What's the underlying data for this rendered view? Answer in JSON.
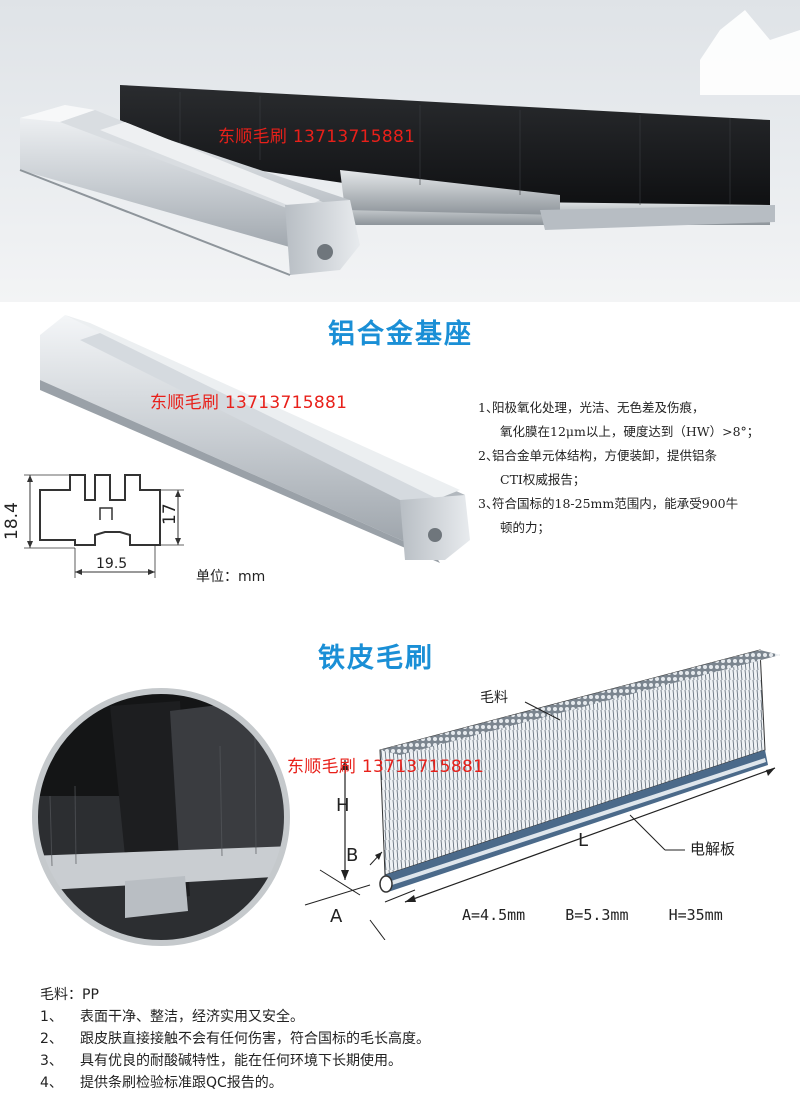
{
  "watermark": "东顺毛刷 13713715881",
  "section1": {
    "title": "铝合金基座",
    "specs": [
      {
        "num": "1、",
        "lines": [
          "阳极氧化处理，光洁、无色差及伤痕，",
          "氧化膜在12μm以上，硬度达到（HW）>8°；"
        ]
      },
      {
        "num": "2、",
        "lines": [
          "铝合金单元体结构，方便装卸，提供铝条",
          "CTI权威报告；"
        ]
      },
      {
        "num": "3、",
        "lines": [
          "符合国标的18-25mm范围内，能承受900牛",
          "顿的力；"
        ]
      }
    ],
    "dims": {
      "height_total": "18.4",
      "height_inner": "17",
      "width": "19.5"
    },
    "unit_label": "单位：mm"
  },
  "section2": {
    "title": "铁皮毛刷",
    "labels": {
      "bristle": "毛料",
      "plate": "电解板",
      "L": "L",
      "H": "H",
      "B": "B",
      "A": "A"
    },
    "dimensions": [
      "A=4.5mm",
      "B=5.3mm",
      "H=35mm"
    ]
  },
  "material": {
    "title": "毛料：PP",
    "items": [
      {
        "num": "1、",
        "text": "表面干净、整洁，经济实用又安全。"
      },
      {
        "num": "2、",
        "text": "跟皮肤直接接触不会有任何伤害，符合国标的毛长高度。"
      },
      {
        "num": "3、",
        "text": "具有优良的耐酸碱特性，能在任何环境下长期使用。"
      },
      {
        "num": "4、",
        "text": "提供条刷检验标准跟QC报告的。"
      }
    ]
  },
  "colors": {
    "title_blue": "#1a8fd6",
    "watermark_red": "#e8201a"
  }
}
